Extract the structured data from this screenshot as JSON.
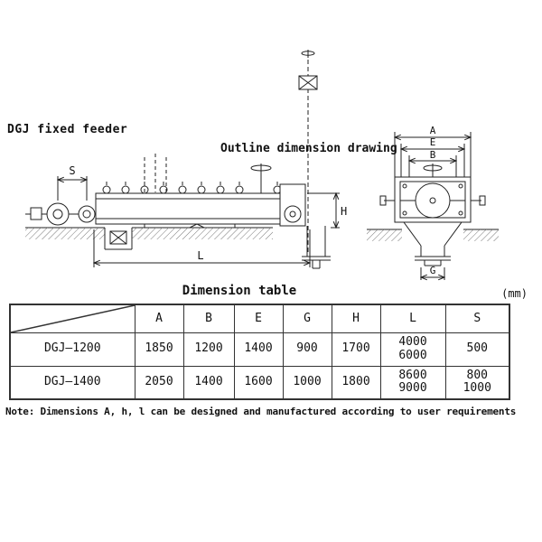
{
  "titles": {
    "product": "DGJ fixed feeder",
    "drawing": "Outline dimension drawing",
    "table": "Dimension table",
    "unit": "(mm)"
  },
  "drawing_labels": {
    "side": {
      "s": "S",
      "l": "L",
      "h": "H"
    },
    "end": {
      "a": "A",
      "e": "E",
      "b": "B",
      "g": "G"
    }
  },
  "table": {
    "headers": [
      "A",
      "B",
      "E",
      "G",
      "H",
      "L",
      "S"
    ],
    "rows": [
      {
        "model": "DGJ—1200",
        "values": [
          "1850",
          "1200",
          "1400",
          "900",
          "1700",
          "4000\n6000",
          "500"
        ]
      },
      {
        "model": "DGJ—1400",
        "values": [
          "2050",
          "1400",
          "1600",
          "1000",
          "1800",
          "8600\n9000",
          "800\n1000"
        ]
      }
    ]
  },
  "note": "Note: Dimensions A, h, l can be designed and manufactured according to user requirements"
}
